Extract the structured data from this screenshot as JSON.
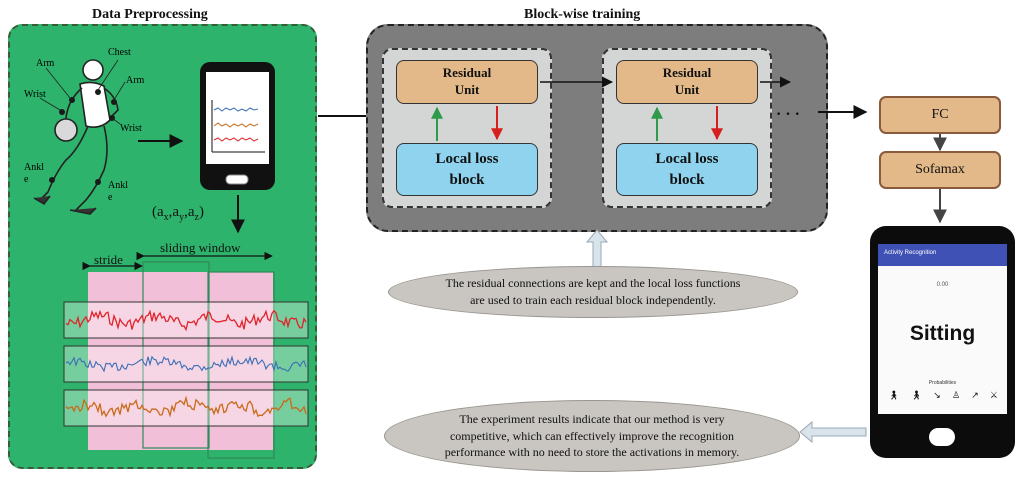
{
  "preprocessing": {
    "title": "Data Preprocessing",
    "body_labels": {
      "chest": "Chest",
      "arm_left": "Arm",
      "arm_right": "Arm",
      "wrist_left": "Wrist",
      "wrist_right": "Wrist",
      "ankle_left": "Ankl\ne",
      "ankle_right": "Ankl\ne"
    },
    "acc_base": "a",
    "acc_axes": [
      "x",
      "y",
      "z"
    ],
    "stride_label": "stride",
    "window_label": "sliding window"
  },
  "training": {
    "title": "Block-wise training",
    "residual_unit_label": "Residual\nUnit",
    "local_loss_label": "Local loss\nblock",
    "ellipsis": "· · ·"
  },
  "head": {
    "fc_label": "FC",
    "softmax_label": "Sofamax"
  },
  "phone": {
    "app_title": "Activity Recognition",
    "small_value": "0.00",
    "activity": "Sitting",
    "probabilities_label": "Probabilities",
    "activity_icons": [
      "walking",
      "walking",
      "running",
      "sitting",
      "standing",
      "jumping"
    ]
  },
  "callouts": {
    "training_note": "The residual connections are kept and the local loss functions\nare used to train each residual block independently.",
    "results_note": "The experiment results indicate that our method is very\ncompetitive, which can effectively improve the recognition\nperformance with no need to store the activations in memory."
  },
  "colors": {
    "panel_green": "#2db36b",
    "panel_gray": "#7d7d7d",
    "block_gray": "#d4d6d6",
    "residual": "#e3b98a",
    "loss": "#8fd3ee",
    "callout": "#c9c6c2",
    "arrow_up": "#2e9a4a",
    "arrow_down": "#d62020",
    "signal_x": "#e0242a",
    "signal_y": "#3a6fb5",
    "signal_z": "#c96a1a",
    "window": "#f2bfd8"
  }
}
